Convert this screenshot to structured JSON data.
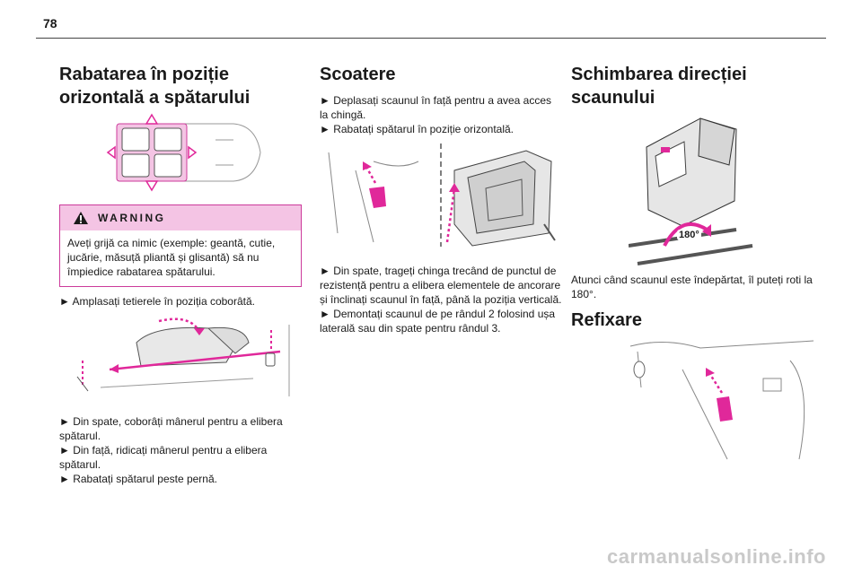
{
  "page": {
    "number": "78"
  },
  "col1": {
    "title": "Rabatarea în poziție orizontală a spătarului",
    "warning": {
      "label": "WARNING",
      "text": "Aveți grijă ca nimic (exemple: geantă, cutie, jucărie, măsuță pliantă și glisantă) să nu împiedice rabatarea spătarului."
    },
    "step_intro": "► Amplasați tetierele în poziția coborâtă.",
    "steps": [
      "► Din spate, coborâți mânerul pentru a elibera spătarul.",
      "► Din față, ridicați mânerul pentru a elibera spătarul.",
      "► Rabatați spătarul peste pernă."
    ]
  },
  "col2": {
    "title": "Scoatere",
    "steps_top": [
      "► Deplasați scaunul în față pentru a avea acces la chingă.",
      "► Rabatați spătarul în poziție orizontală."
    ],
    "steps_bottom": [
      "► Din spate, trageți chinga trecând de punctul de rezistență pentru a elibera elementele de ancorare și înclinați scaunul în față, până la poziția verticală.",
      "► Demontați scaunul de pe rândul 2 folosind ușa laterală sau din spate pentru rândul 3."
    ]
  },
  "col3": {
    "title": "Schimbarea direcției scaunului",
    "badge": "180°",
    "text": "Atunci când scaunul este îndepărtat, îl puteți roti la 180°.",
    "title2": "Refixare"
  },
  "footer": {
    "watermark": "carmanualsonline.info"
  },
  "colors": {
    "accent": "#e0289a",
    "accent_light": "#f4c4e4",
    "line": "#555555"
  }
}
